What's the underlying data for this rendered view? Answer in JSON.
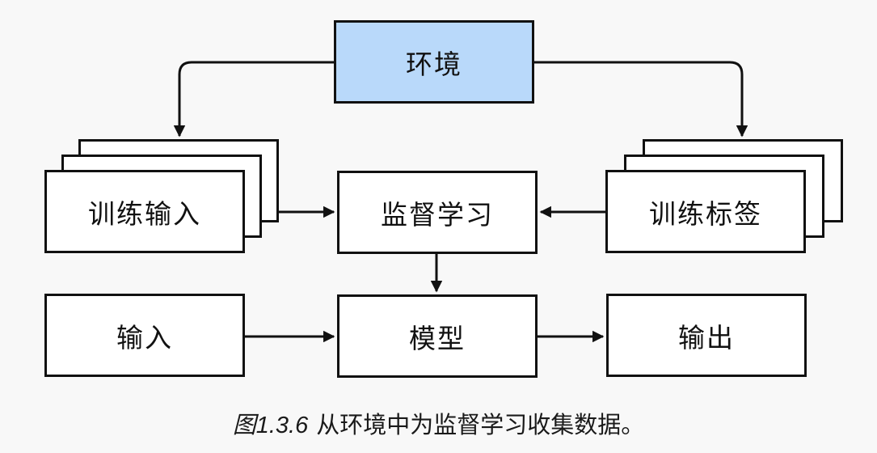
{
  "diagram": {
    "nodes": {
      "environment": "环境",
      "training_inputs": "训练输入",
      "training_labels": "训练标签",
      "supervised_learning": "监督学习",
      "input": "输入",
      "model": "模型",
      "output": "输出"
    },
    "edges": [
      {
        "from": "environment",
        "to": "training_inputs"
      },
      {
        "from": "environment",
        "to": "training_labels"
      },
      {
        "from": "training_inputs",
        "to": "supervised_learning"
      },
      {
        "from": "training_labels",
        "to": "supervised_learning"
      },
      {
        "from": "supervised_learning",
        "to": "model"
      },
      {
        "from": "input",
        "to": "model"
      },
      {
        "from": "model",
        "to": "output"
      }
    ],
    "caption": {
      "figure_label": "图1.3.6",
      "text": "从环境中为监督学习收集数据。"
    },
    "colors": {
      "environment_fill": "#b9d9fa",
      "node_fill": "#ffffff",
      "border": "#111111",
      "text": "#111111",
      "background": "#f8f8f8"
    }
  }
}
